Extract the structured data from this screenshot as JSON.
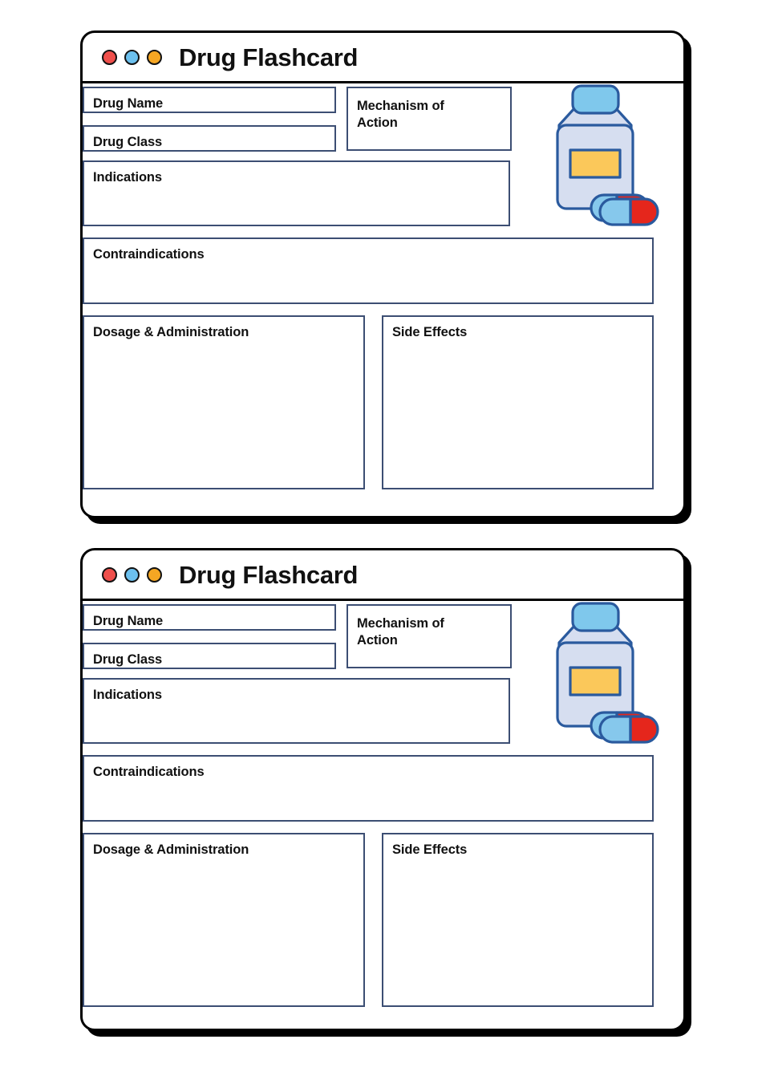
{
  "page": {
    "background": "#ffffff",
    "card_count": 2
  },
  "theme": {
    "card_border": "#000000",
    "card_shadow": "#000000",
    "field_border": "#3c4e73",
    "text": "#111111",
    "dot_red": "#ef4f4b",
    "dot_blue": "#6cc0ee",
    "dot_amber": "#f5a623",
    "bottle_cap": "#7fc8ec",
    "bottle_body": "#d6def0",
    "bottle_label": "#fbc85a",
    "pill_blue": "#86c8ec",
    "pill_red": "#e5261c",
    "illustration_outline": "#2a5a9e"
  },
  "card": {
    "title": "Drug Flashcard",
    "window_dots": [
      {
        "name": "close",
        "color": "#ef4f4b"
      },
      {
        "name": "minimize",
        "color": "#6cc0ee"
      },
      {
        "name": "maximize",
        "color": "#f5a623"
      }
    ],
    "fields": {
      "drug_name": {
        "label": "Drug Name",
        "value": "",
        "placeholder": ""
      },
      "drug_class": {
        "label": "Drug Class",
        "value": "",
        "placeholder": ""
      },
      "mechanism_of_action": {
        "label": "Mechanism of\nAction",
        "value": "",
        "placeholder": ""
      },
      "indications": {
        "label": "Indications",
        "value": "",
        "placeholder": ""
      },
      "contraindications": {
        "label": "Contraindications",
        "value": "",
        "placeholder": ""
      },
      "dosage_administration": {
        "label": "Dosage & Administration",
        "value": "",
        "placeholder": ""
      },
      "side_effects": {
        "label": "Side Effects",
        "value": "",
        "placeholder": ""
      }
    },
    "illustration": {
      "name": "pill-bottle-with-capsules-icon",
      "parts": [
        "bottle-cap",
        "bottle-body",
        "bottle-label",
        "capsule-back",
        "capsule-front"
      ]
    }
  }
}
